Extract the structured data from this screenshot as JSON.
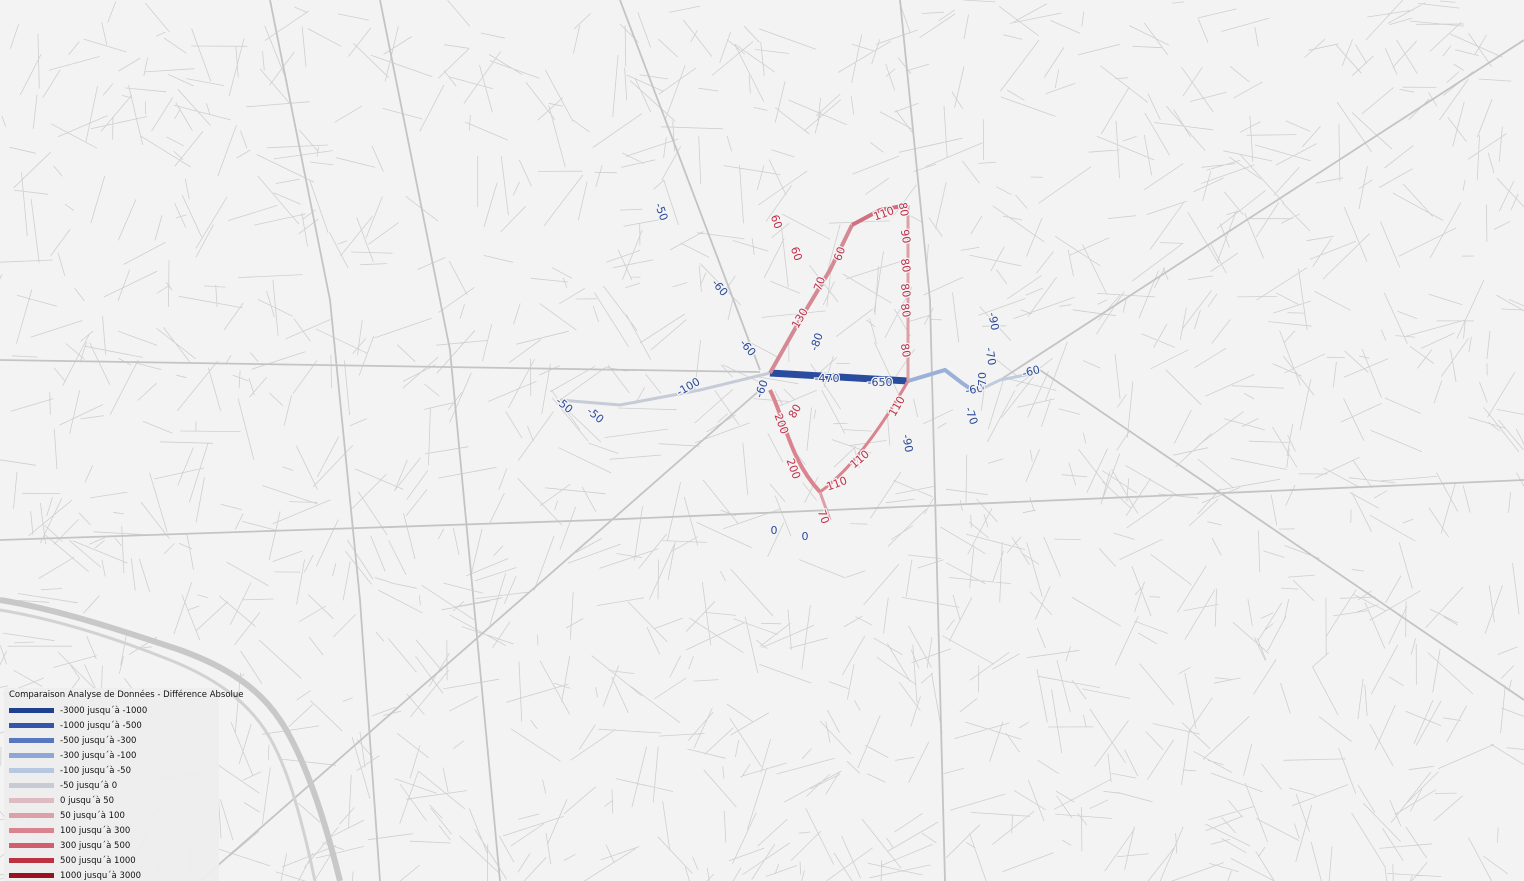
{
  "map": {
    "background_color": "#f3f3f3",
    "street_color": "#cfcfcf",
    "river_color": "#c8c8c8",
    "value_labels": [
      {
        "text": "-50",
        "color": "#2a4a9a"
      },
      {
        "text": "60",
        "color": "#c0304a"
      },
      {
        "text": "60",
        "color": "#c0304a"
      },
      {
        "text": "60",
        "color": "#c0304a"
      },
      {
        "text": "110",
        "color": "#c0304a"
      },
      {
        "text": "80",
        "color": "#c0304a"
      },
      {
        "text": "90",
        "color": "#c0304a"
      },
      {
        "text": "80",
        "color": "#c0304a"
      },
      {
        "text": "80",
        "color": "#c0304a"
      },
      {
        "text": "80",
        "color": "#c0304a"
      },
      {
        "text": "80",
        "color": "#c0304a"
      },
      {
        "text": "70",
        "color": "#c0304a"
      },
      {
        "text": "130",
        "color": "#c0304a"
      },
      {
        "text": "-60",
        "color": "#2a4a9a"
      },
      {
        "text": "-80",
        "color": "#2a4a9a"
      },
      {
        "text": "-60",
        "color": "#2a4a9a"
      },
      {
        "text": "-60",
        "color": "#2a4a9a"
      },
      {
        "text": "-470",
        "color": "#2a4a9a"
      },
      {
        "text": "-650",
        "color": "#2a4a9a"
      },
      {
        "text": "-100",
        "color": "#2a4a9a"
      },
      {
        "text": "-50",
        "color": "#2a4a9a"
      },
      {
        "text": "-50",
        "color": "#2a4a9a"
      },
      {
        "text": "80",
        "color": "#c0304a"
      },
      {
        "text": "200",
        "color": "#c0304a"
      },
      {
        "text": "200",
        "color": "#c0304a"
      },
      {
        "text": "110",
        "color": "#c0304a"
      },
      {
        "text": "110",
        "color": "#c0304a"
      },
      {
        "text": "110",
        "color": "#c0304a"
      },
      {
        "text": "70",
        "color": "#c0304a"
      },
      {
        "text": "-90",
        "color": "#2a4a9a"
      },
      {
        "text": "0",
        "color": "#2a4a9a"
      },
      {
        "text": "0",
        "color": "#2a4a9a"
      },
      {
        "text": "-60",
        "color": "#2a4a9a"
      },
      {
        "text": "-70",
        "color": "#2a4a9a"
      },
      {
        "text": "-70",
        "color": "#2a4a9a"
      },
      {
        "text": "-90",
        "color": "#2a4a9a"
      },
      {
        "text": "-60",
        "color": "#2a4a9a"
      },
      {
        "text": "-70",
        "color": "#2a4a9a"
      }
    ]
  },
  "legend": {
    "title": "Comparaison Analyse de Données - Différence Absolue",
    "items": [
      {
        "label": "-3000 jusqu´à -1000",
        "color": "#1f3f8f"
      },
      {
        "label": "-1000 jusqu´à -500",
        "color": "#3356a8"
      },
      {
        "label": "-500 jusqu´à -300",
        "color": "#5777c0"
      },
      {
        "label": "-300 jusqu´à -100",
        "color": "#8ea7d4"
      },
      {
        "label": "-100 jusqu´à -50",
        "color": "#b7c7e2"
      },
      {
        "label": "-50 jusqu´à 0",
        "color": "#c7ccd4"
      },
      {
        "label": "0 jusqu´à 50",
        "color": "#dcbcc2"
      },
      {
        "label": "50 jusqu´à 100",
        "color": "#dca0a8"
      },
      {
        "label": "100 jusqu´à 300",
        "color": "#d9848e"
      },
      {
        "label": "300 jusqu´à 500",
        "color": "#d0606c"
      },
      {
        "label": "500 jusqu´à 1000",
        "color": "#bb3340"
      },
      {
        "label": "1000 jusqu´à 3000",
        "color": "#9a1222"
      }
    ]
  }
}
